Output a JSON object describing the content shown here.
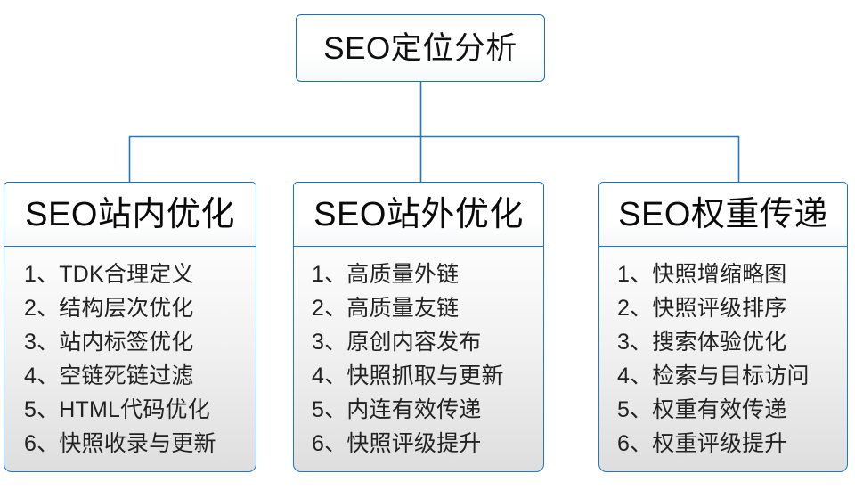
{
  "diagram": {
    "root": {
      "label": "SEO定位分析"
    },
    "columns": [
      {
        "header": "SEO站内优化",
        "items": [
          "1、TDK合理定义",
          "2、结构层次优化",
          "3、站内标签优化",
          "4、空链死链过滤",
          "5、HTML代码优化",
          "6、快照收录与更新"
        ]
      },
      {
        "header": "SEO站外优化",
        "items": [
          "1、高质量外链",
          "2、高质量友链",
          "3、原创内容发布",
          "4、快照抓取与更新",
          "5、内连有效传递",
          "6、快照评级提升"
        ]
      },
      {
        "header": "SEO权重传递",
        "items": [
          "1、快照增缩略图",
          "2、快照评级排序",
          "3、搜索体验优化",
          "4、检索与目标访问",
          "5、权重有效传递",
          "6、权重评级提升"
        ]
      }
    ],
    "colors": {
      "border": "#1673c0",
      "connector": "#1f78c1",
      "text": "#111111",
      "list_background_top": "#fdfdfd",
      "list_background_bottom": "#dedede",
      "page_background": "#ffffff"
    }
  }
}
